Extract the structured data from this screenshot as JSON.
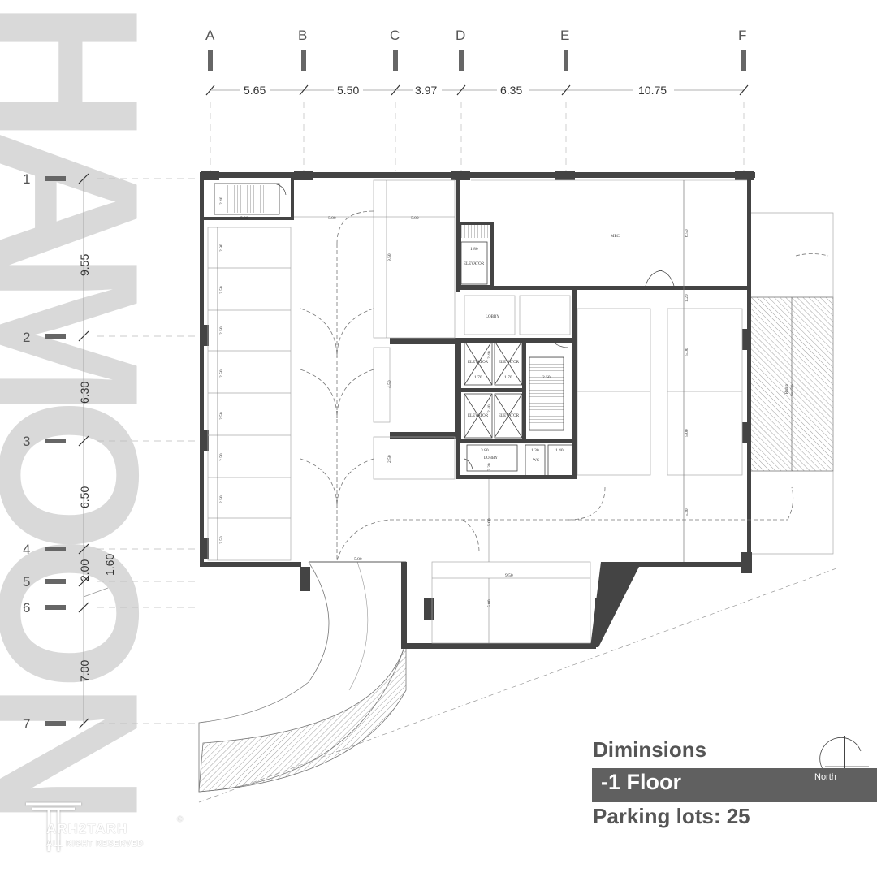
{
  "brand": {
    "watermark_letters": [
      "H",
      "A",
      "M",
      "O",
      "O",
      "N"
    ],
    "logo_name": "ARH2TARH",
    "logo_rights": "ALL RIGHT RESERVED",
    "logo_copyright": "©"
  },
  "grid": {
    "columns": [
      "A",
      "B",
      "C",
      "D",
      "E",
      "F"
    ],
    "column_spacings": [
      "5.65",
      "5.50",
      "3.97",
      "6.35",
      "10.75"
    ],
    "rows": [
      "1",
      "2",
      "3",
      "4",
      "5",
      "6",
      "7"
    ],
    "row_spacings": [
      "9.55",
      "6.30",
      "6.50",
      "2.00",
      "1.60",
      "7.00"
    ]
  },
  "plan": {
    "room_labels": {
      "mec": "MEC",
      "ramp": "Ramp",
      "ramp_slope": "S=15%",
      "wc": "WC",
      "lobby_upper": "LOBBY",
      "lobby_lower": "LOBBY",
      "elevator_1": "ELEVATOR",
      "elevator_2": "ELEVATOR",
      "elevator_3": "ELEVATOR",
      "elevator_4": "ELEVATOR",
      "elevator_5": "ELEVATOR"
    },
    "inner_dims": {
      "stair_height": "2.40",
      "stair_width": "5.00",
      "aisle_top_left": "5.00",
      "aisle_top_right": "5.00",
      "col_left_stall": "2.90",
      "left_stall_2": "2.50",
      "left_stall_3": "2.50",
      "left_stall_4": "2.50",
      "left_stall_5": "2.50",
      "left_stall_6": "2.50",
      "left_stall_7": "2.50",
      "left_stall_8": "2.50",
      "mid_upper_depth": "9.50",
      "mid_middle": "4.50",
      "mid_lower": "2.50",
      "elev_width": "1.80",
      "elev_pair_a": "1.70",
      "elev_pair_b": "1.70",
      "elev_depth_a": "2.40",
      "elev_depth_b": "2.40",
      "stair_core_width": "2.50",
      "lobby_width": "3.80",
      "lobby_depth": "2.30",
      "wc_width_a": "1.30",
      "wc_width_b": "1.40",
      "mec_height": "6.50",
      "mec_gap": "1.20",
      "right_stall_upper": "5.00",
      "right_stall_lower": "5.00",
      "aisle_center": "5.00",
      "aisle_right": "5.30",
      "bottom_width": "9.50",
      "bottom_depth": "5.00",
      "ramp_entry": "5.80"
    }
  },
  "panel": {
    "title": "Diminsions",
    "floor": "-1 Floor",
    "parking": "Parking lots: 25",
    "north": "North"
  },
  "colors": {
    "wall": "#444444",
    "watermark": "#d9d9d9",
    "panel_bar": "#606060",
    "hatch": "#777777"
  }
}
